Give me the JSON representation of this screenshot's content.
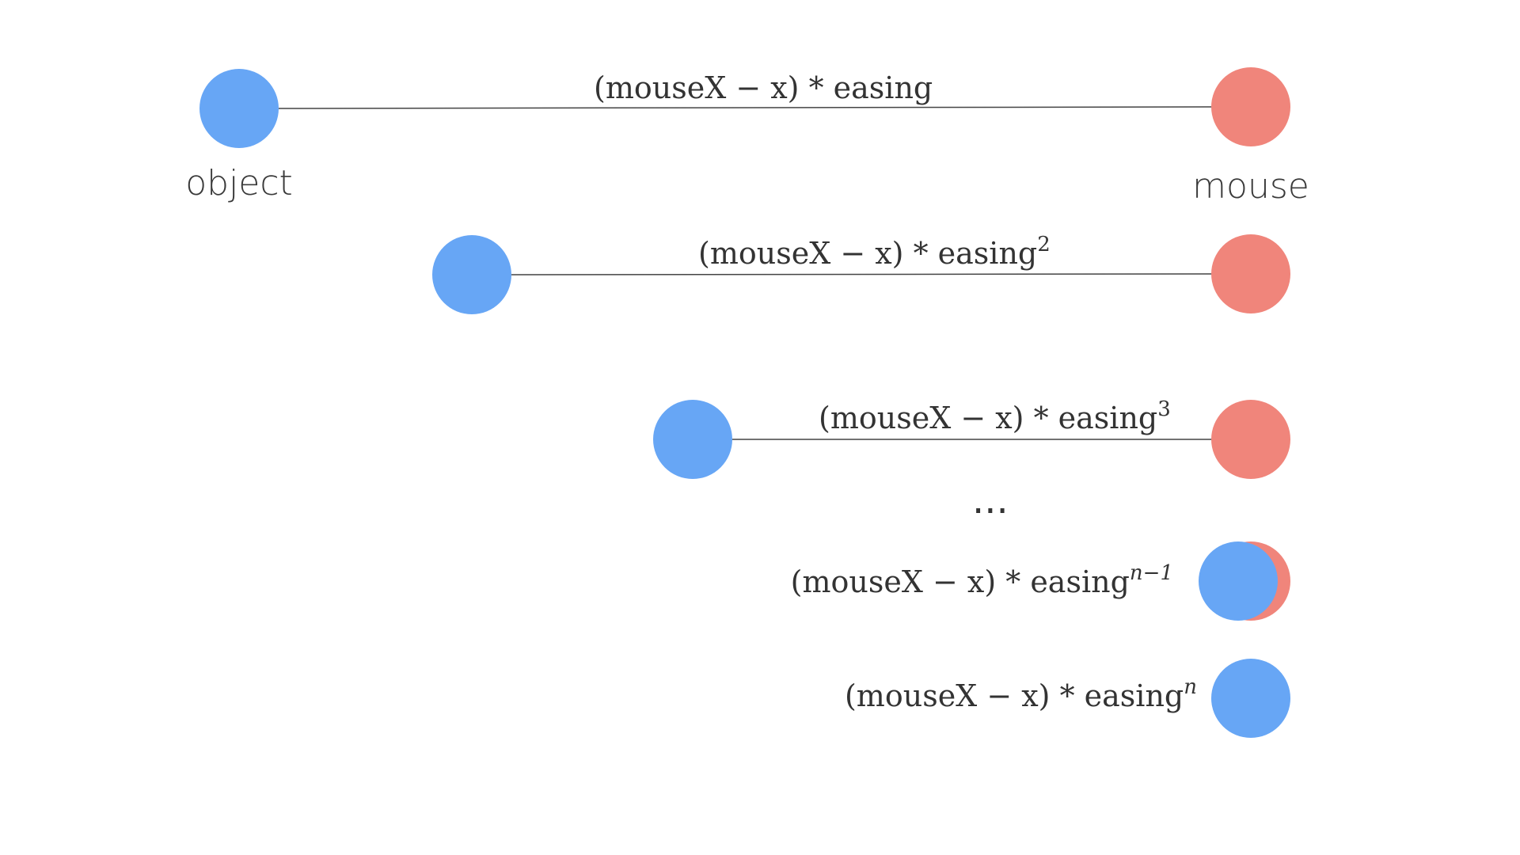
{
  "colors": {
    "object": "#67a6f5",
    "mouse": "#f0857b",
    "line": "#444444"
  },
  "labels": {
    "object": "object",
    "mouse": "mouse"
  },
  "ellipsis": "...",
  "steps": [
    {
      "base": "(mouseX − x) * easing",
      "exponent": "",
      "object_progress": 0.0,
      "connector": true
    },
    {
      "base": "(mouseX − x) * easing",
      "exponent": "2",
      "object_progress": 0.23,
      "connector": true
    },
    {
      "base": "(mouseX − x) * easing",
      "exponent": "3",
      "object_progress": 0.45,
      "connector": true
    },
    {
      "base": "(mouseX − x) * easing",
      "exponent": "n−1",
      "object_progress": 0.96,
      "connector": false
    },
    {
      "base": "(mouseX − x) * easing",
      "exponent": "n",
      "object_progress": 1.0,
      "connector": false
    }
  ]
}
